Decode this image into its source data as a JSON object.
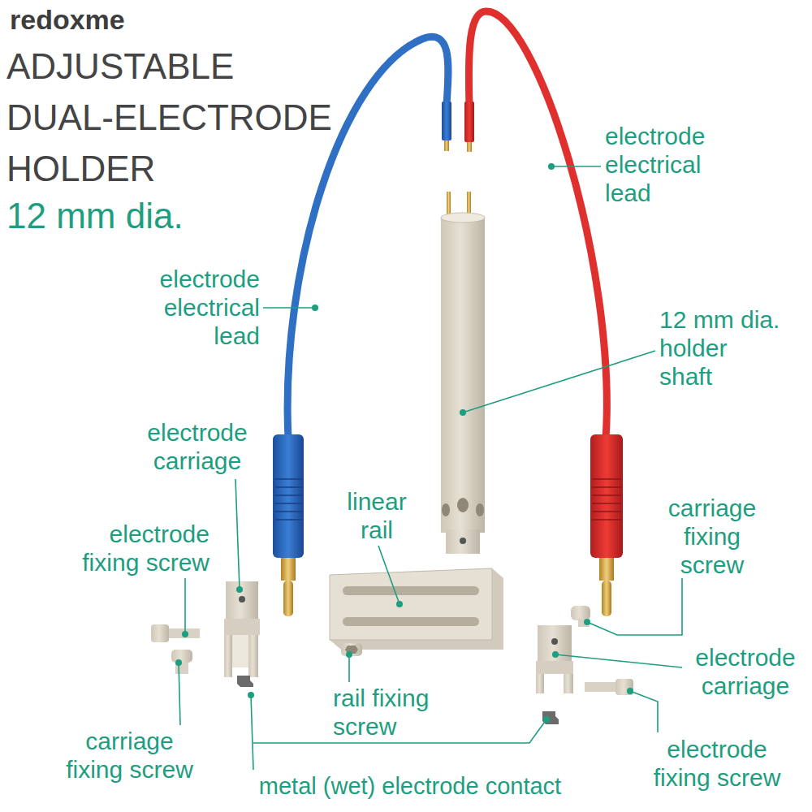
{
  "diagram": {
    "title": "ADJUSTABLE DUAL-ELECTRODE HOLDER",
    "labels": [
      "redoxme",
      "12 mm dia.",
      "electrode electrical lead",
      "electrode electrical lead",
      "12 mm dia. holder shaft",
      "electrode carriage",
      "linear rail",
      "carriage fixing screw",
      "electrode fixing screw",
      "electrode carriage",
      "rail fixing screw",
      "carriage fixing screw",
      "electrode fixing screw",
      "metal (wet) electrode contact"
    ]
  }
}
